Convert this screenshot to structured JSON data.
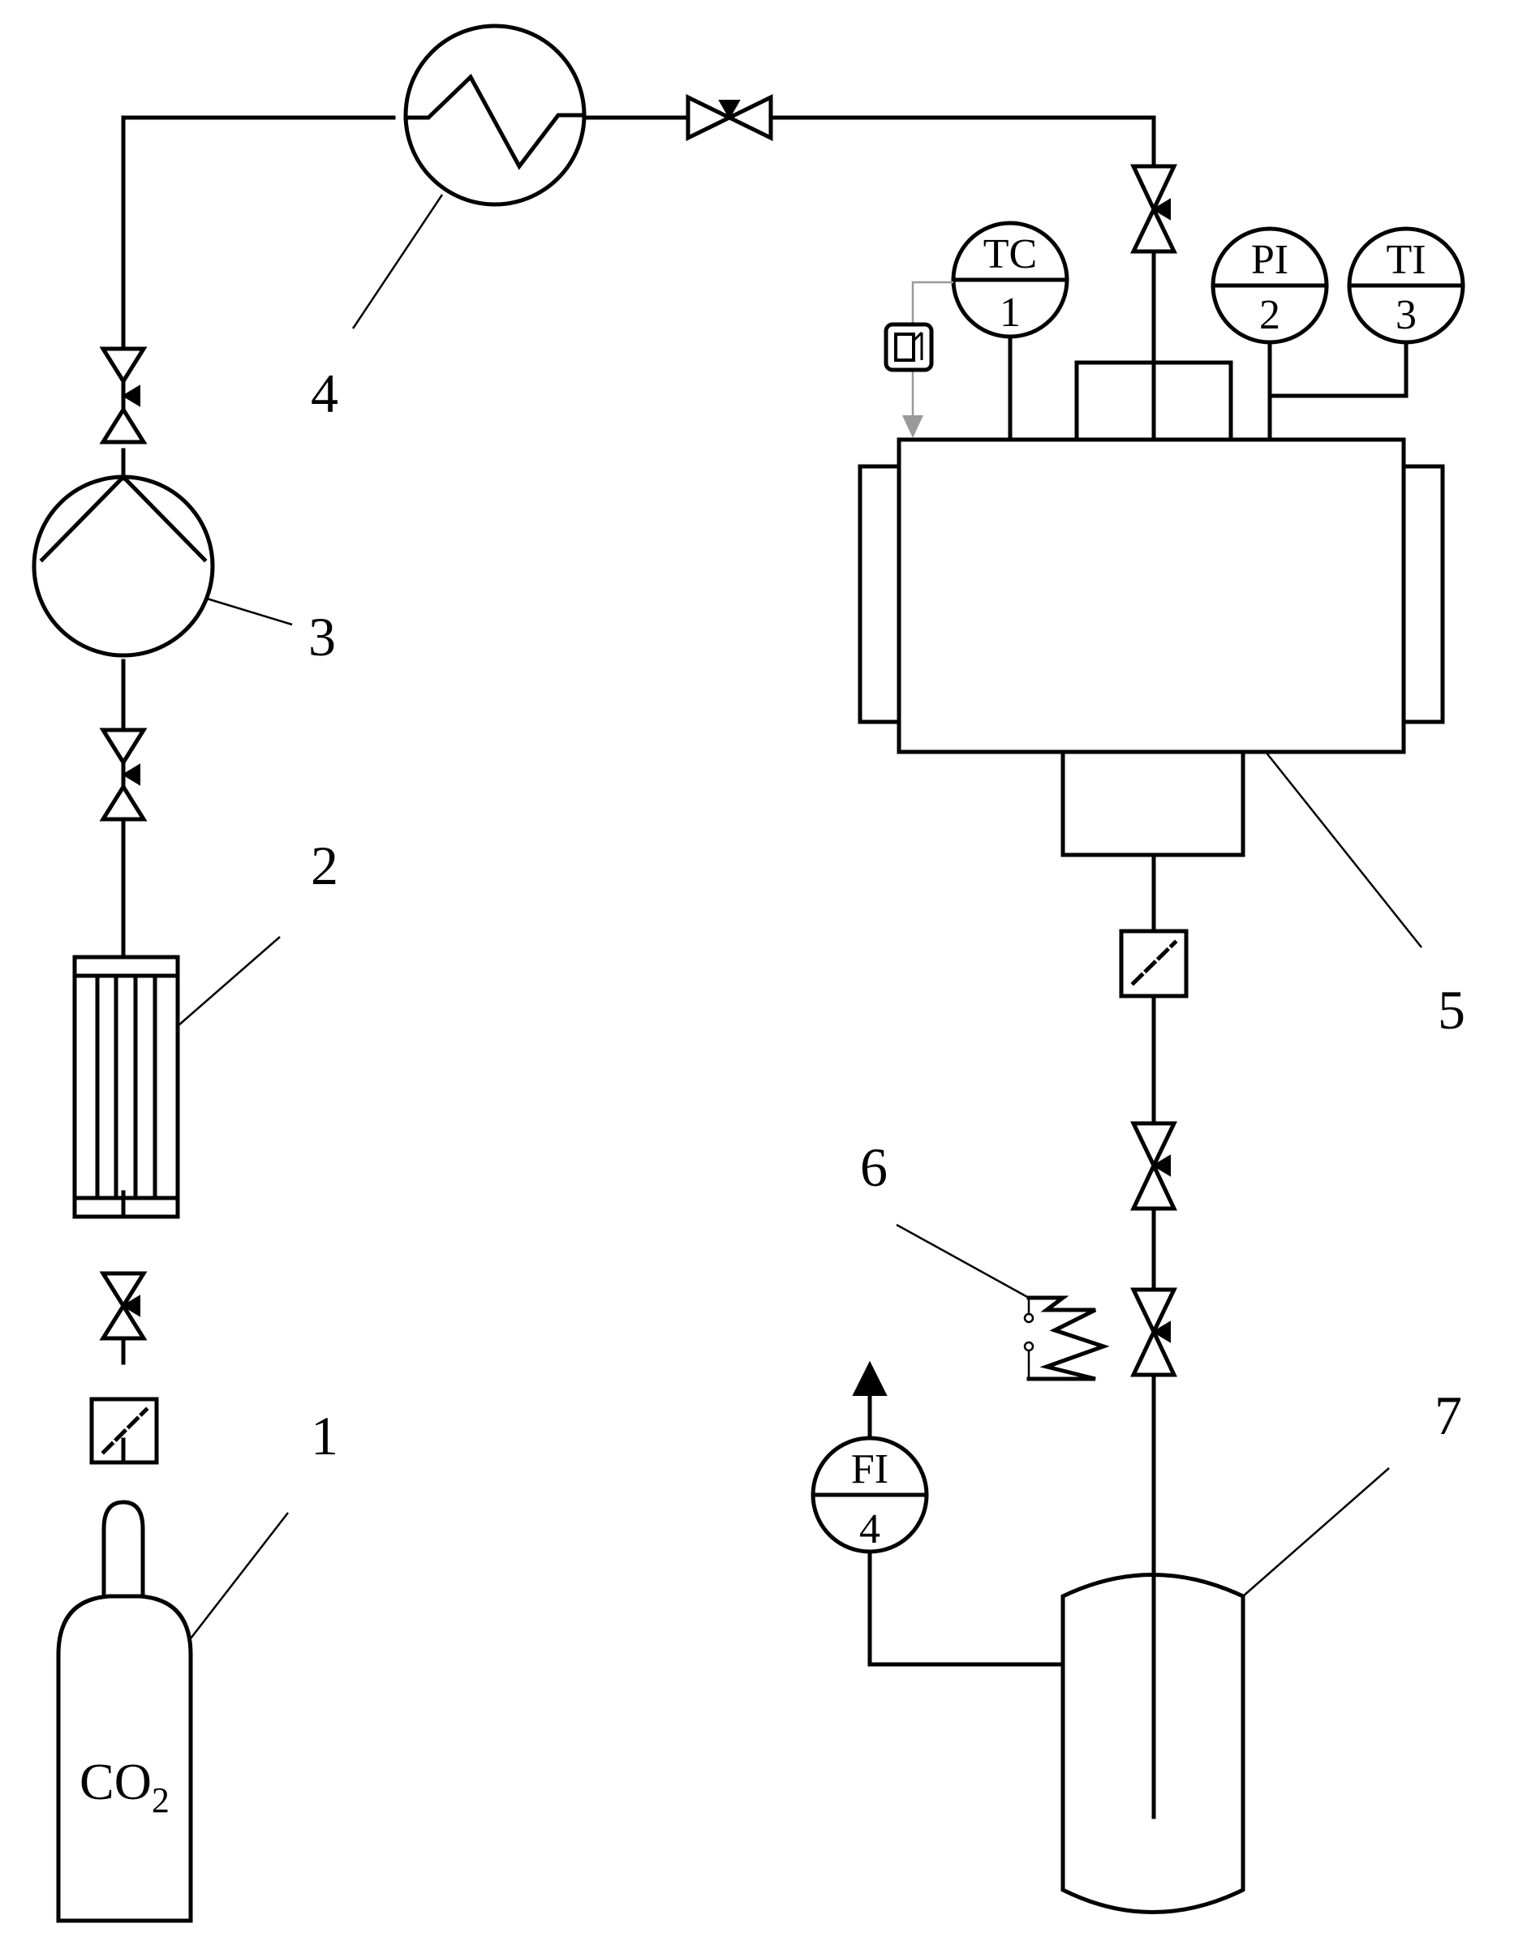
{
  "labels": {
    "n1": "1",
    "n2": "2",
    "n3": "3",
    "n4": "4",
    "n5": "5",
    "n6": "6",
    "n7": "7"
  },
  "cylinder": {
    "text": "CO",
    "subscript": "2"
  },
  "instruments": {
    "tc": {
      "tag": "TC",
      "number": "1"
    },
    "pi": {
      "tag": "PI",
      "number": "2"
    },
    "ti": {
      "tag": "TI",
      "number": "3"
    },
    "fi": {
      "tag": "FI",
      "number": "4"
    }
  }
}
